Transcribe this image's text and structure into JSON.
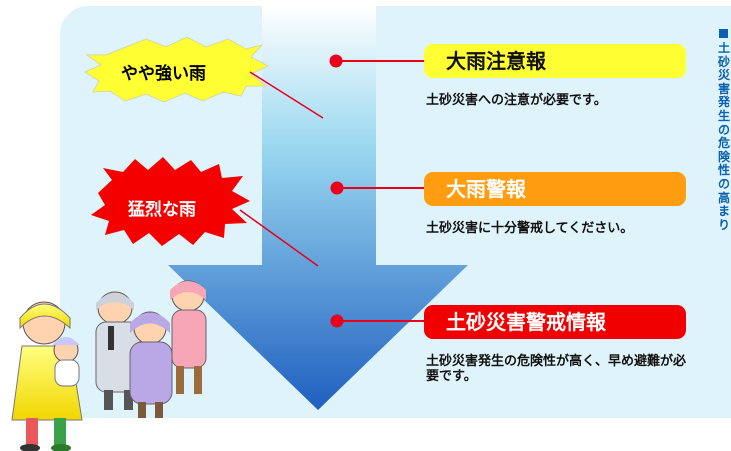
{
  "bursts": {
    "weak": "やや強い雨",
    "strong": "猛烈な雨"
  },
  "warnings": [
    {
      "title": "大雨注意報",
      "description": "土砂災害への注意が必要です。",
      "color": "#ffff33"
    },
    {
      "title": "大雨警報",
      "description": "土砂災害に十分警戒してください。",
      "color": "#ff9c10"
    },
    {
      "title": "土砂災害警戒情報",
      "description": "土砂災害発生の危険性が高く、早め避難が必要です。",
      "color": "#f00000"
    }
  ],
  "side_caption": "土砂災害発生の危険性の高まり",
  "colors": {
    "panel_bg": "#dff3fa",
    "arrow_top": "#ffffff",
    "arrow_bottom": "#1f5fbf",
    "marker": "#e8001c",
    "side_text": "#0a60b0"
  }
}
